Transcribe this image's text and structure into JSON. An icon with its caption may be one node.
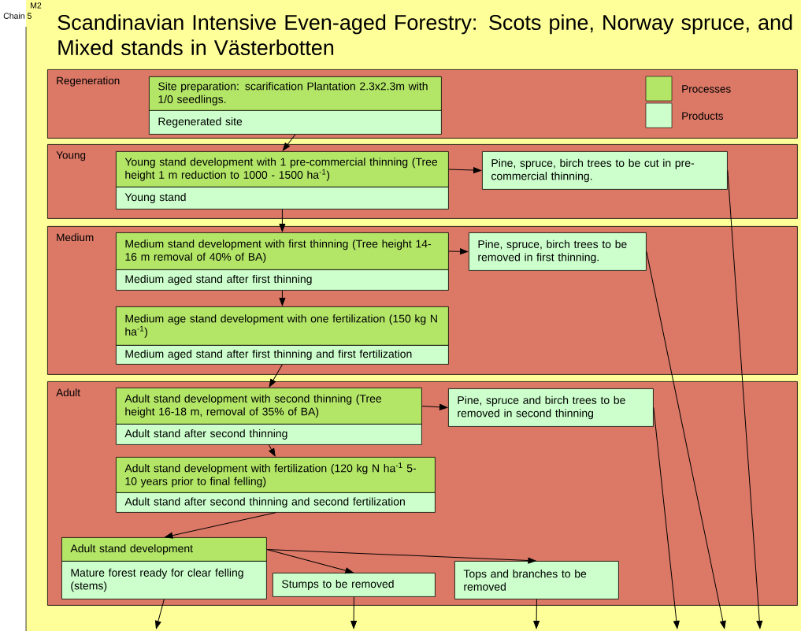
{
  "diagram": {
    "title": "Scandinavian Intensive Even-aged Forestry: Scots pine, Norway spruce, and Mixed stands in Västerbotten",
    "nodes": [
      {
        "text": [
          "Regeneration"
        ]
      },
      {
        "text": [
          "Site preparation: scarification Plantation 2.3x2.3m with 1/0 seedlings."
        ],
        "in": 0
      },
      {
        "text": [
          "Regenerated site"
        ],
        "in": 0
      },
      {
        "text": [
          "Young"
        ]
      },
      {
        "text": [
          "Young stand development with 1 pre-commercial  thinning (Tree height 1 m reduction to 1000 - 1500 ha$^{-1}$)"
        ],
        "in": 3
      },
      {
        "text": [
          "Young stand"
        ],
        "in": 3
      },
      {
        "text": [
          "Pine, spruce, birch trees to be cut in pre-commercial thinning."
        ],
        "in": 3
      },
      {
        "text": [
          "Medium"
        ]
      },
      {
        "text": [
          "Medium stand development with first thinning (Tree height 14-16 m removal of 40% of  BA)"
        ],
        "in": 7
      },
      {
        "text": [
          "Medium aged stand after first thinning"
        ],
        "in": 7
      },
      {
        "text": [
          "Pine, spruce, birch trees to be removed in first thinning."
        ],
        "in": 7
      },
      {
        "text": [
          "Medium age stand development with one fertilization (150 kg N ha$^{-1}$)"
        ],
        "in": 7
      },
      {
        "text": [
          "Medium aged stand after first thinning and first fertilization"
        ],
        "in": 7
      },
      {
        "text": [
          "Adult"
        ]
      },
      {
        "text": [
          "Adult stand development with second thinning (Tree height  16-18 m, removal of 35% of BA)"
        ],
        "in": 13
      },
      {
        "text": [
          "Adult stand after second thinning"
        ],
        "in": 13
      },
      {
        "text": [
          "Pine, spruce and birch trees to be removed in second thinning"
        ],
        "in": 13
      },
      {
        "text": [
          "Adult stand development with fertilization (120 kg N ha$^{-1}$ 5-10 years prior to final felling)"
        ],
        "in": 13
      },
      {
        "text": [
          "Adult stand after second thinning and second fertilization"
        ],
        "in": 13
      },
      {
        "text": [
          "Adult stand development"
        ],
        "in": 13
      },
      {
        "text": [
          "Mature forest ready for clear felling (stems)"
        ],
        "in": 13
      },
      {
        "text": [
          "Stumps to be removed"
        ],
        "in": 13
      },
      {
        "text": [
          "Tops and branches to be removed"
        ],
        "in": 13
      }
    ],
    "edges": [
      {
        "from": 2,
        "to": 4,
        "arrow": "to"
      },
      {
        "from": 4,
        "to": 6,
        "arrow": "to"
      },
      {
        "from": 5,
        "to": 8,
        "arrow": "to"
      },
      {
        "from": 8,
        "to": 10,
        "arrow": "to"
      },
      {
        "from": 9,
        "to": 11,
        "arrow": "to"
      },
      {
        "from": 12,
        "to": 14,
        "arrow": "to"
      },
      {
        "from": 14,
        "to": 16,
        "arrow": "to"
      },
      {
        "from": 15,
        "to": 17,
        "arrow": "to"
      },
      {
        "from": 18,
        "to": 19,
        "arrow": "to"
      },
      {
        "from": 19,
        "to": 21,
        "arrow": "to"
      },
      {
        "from": 19,
        "to": 22,
        "arrow": "to"
      },
      {
        "from": 20,
        "to": null,
        "arrow": "to"
      },
      {
        "from": 21,
        "to": null,
        "arrow": "to"
      },
      {
        "from": 22,
        "to": null,
        "arrow": "to"
      },
      {
        "from": 16,
        "to": null,
        "arrow": "to"
      },
      {
        "from": 10,
        "to": null,
        "arrow": "to"
      },
      {
        "from": 6,
        "to": null,
        "arrow": "to"
      }
    ],
    "labels": [
      "M2",
      "Chain 5"
    ],
    "legend": [
      {
        "text": "Processes",
        "color": "#b3e667"
      },
      {
        "text": "Products",
        "color": "#ccffcc"
      }
    ]
  }
}
